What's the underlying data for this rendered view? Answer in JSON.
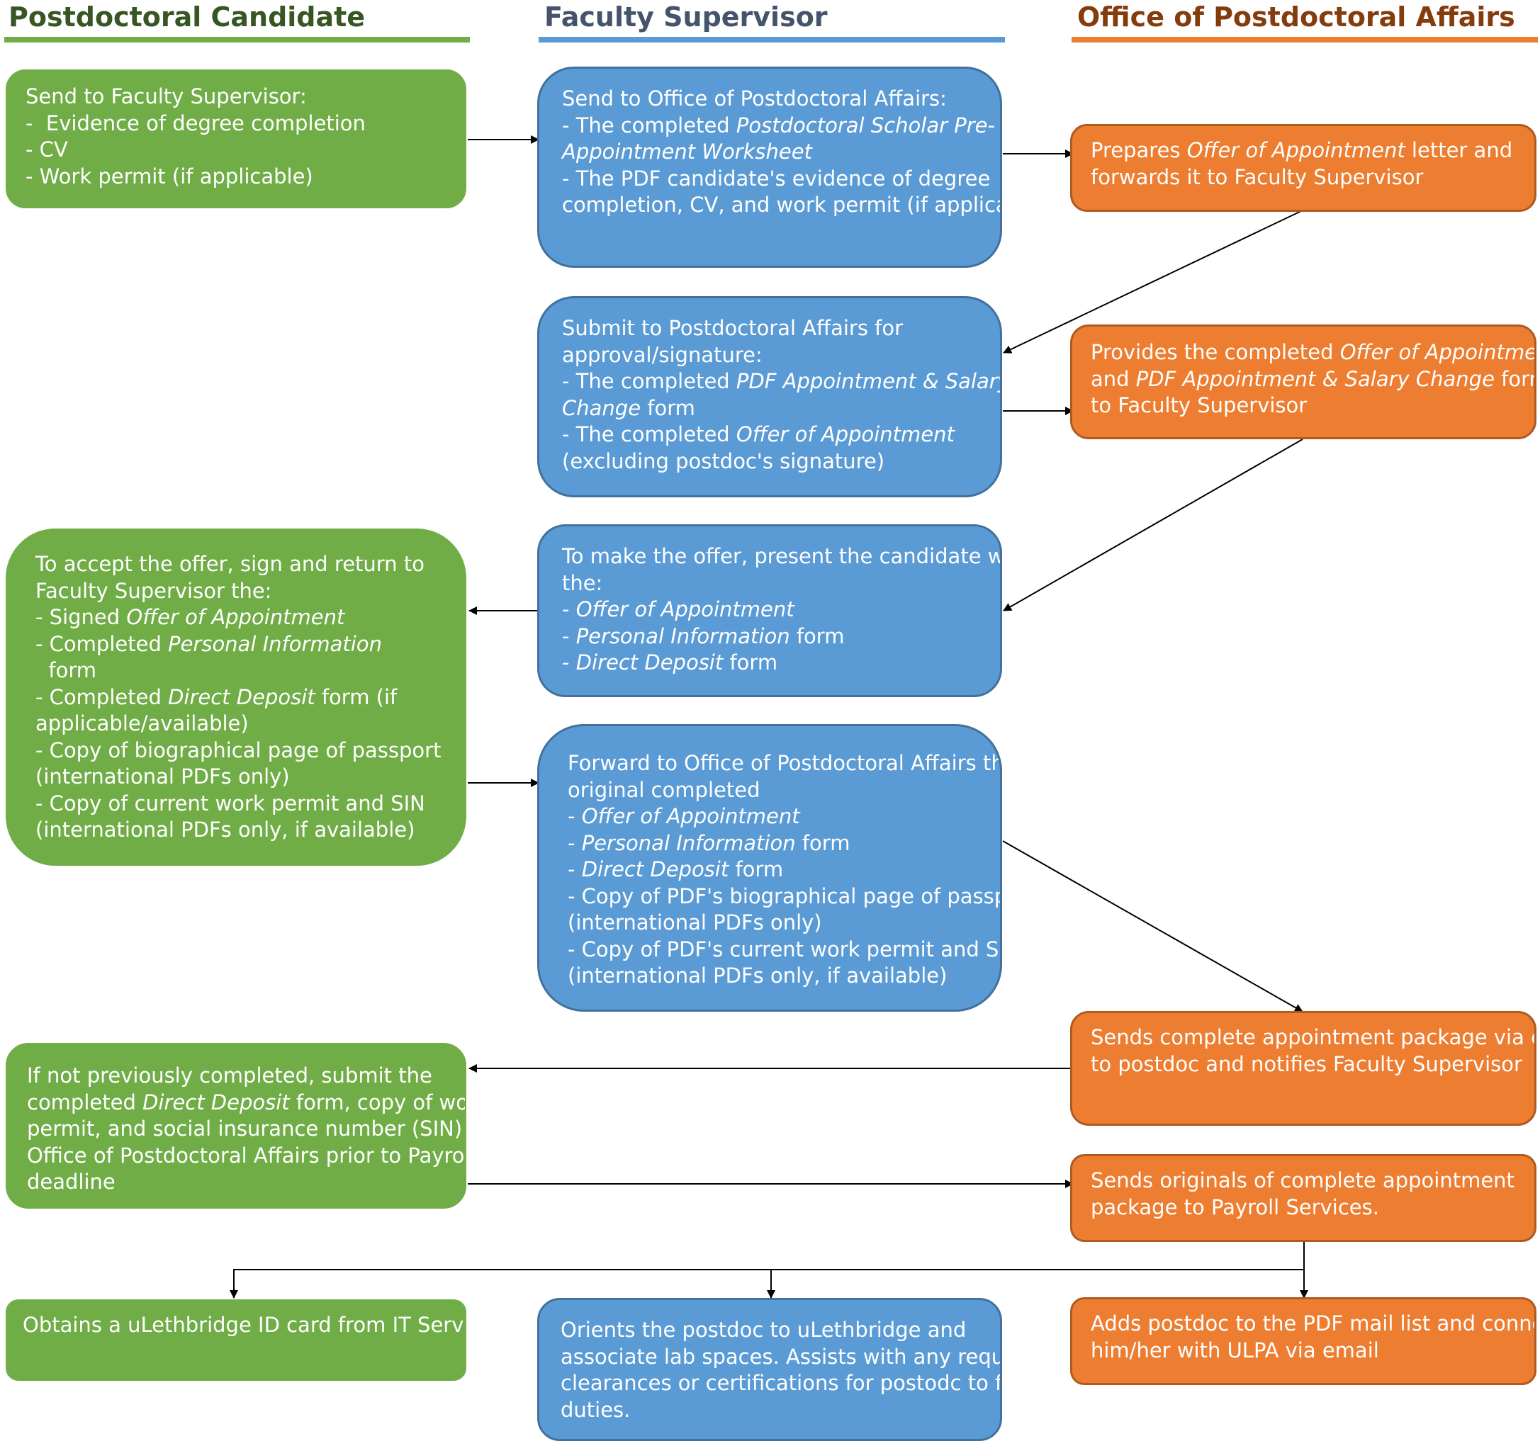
{
  "lanes": {
    "candidate": {
      "title": "Postdoctoral Candidate",
      "color": "#70ad47",
      "title_color": "#375623"
    },
    "supervisor": {
      "title": "Faculty Supervisor",
      "color": "#5b9bd5",
      "title_color": "#44546a"
    },
    "office": {
      "title": "Office of Postdoctoral Affairs",
      "color": "#ed7d31",
      "title_color": "#843c0c"
    }
  },
  "boxes": {
    "c1": [
      [
        {
          "t": "Send to Faculty Supervisor:"
        }
      ],
      [
        {
          "t": "-  Evidence of degree completion"
        }
      ],
      [
        {
          "t": "- CV"
        }
      ],
      [
        {
          "t": "- Work permit (if applicable)"
        }
      ]
    ],
    "s1": [
      [
        {
          "t": "Send to Office of Postdoctoral Affairs:"
        }
      ],
      [
        {
          "t": "- The completed "
        },
        {
          "t": "Postdoctoral Scholar Pre-",
          "i": true
        }
      ],
      [
        {
          "t": "Appointment Worksheet",
          "i": true
        }
      ],
      [
        {
          "t": "- The PDF candidate's evidence of degree"
        }
      ],
      [
        {
          "t": "completion, CV, and work permit (if applicable)"
        }
      ]
    ],
    "o1": [
      [
        {
          "t": "Prepares "
        },
        {
          "t": "Offer of Appointment",
          "i": true
        },
        {
          "t": " letter and"
        }
      ],
      [
        {
          "t": "forwards it to Faculty Supervisor"
        }
      ]
    ],
    "s2": [
      [
        {
          "t": "Submit to Postdoctoral Affairs for"
        }
      ],
      [
        {
          "t": "approval/signature:"
        }
      ],
      [
        {
          "t": "- The completed "
        },
        {
          "t": "PDF Appointment & Salary",
          "i": true
        }
      ],
      [
        {
          "t": "Change",
          "i": true
        },
        {
          "t": " form"
        }
      ],
      [
        {
          "t": "- The completed "
        },
        {
          "t": "Offer of Appointment",
          "i": true
        }
      ],
      [
        {
          "t": "(excluding postdoc's signature)"
        }
      ]
    ],
    "o2": [
      [
        {
          "t": "Provides the completed "
        },
        {
          "t": "Offer of Appointment",
          "i": true
        }
      ],
      [
        {
          "t": "and "
        },
        {
          "t": "PDF Appointment & Salary Change",
          "i": true
        },
        {
          "t": " form"
        }
      ],
      [
        {
          "t": "to Faculty Supervisor"
        }
      ]
    ],
    "s3": [
      [
        {
          "t": "To make the offer, present the candidate with"
        }
      ],
      [
        {
          "t": "the:"
        }
      ],
      [
        {
          "t": "- "
        },
        {
          "t": "Offer of Appointment",
          "i": true
        }
      ],
      [
        {
          "t": "- "
        },
        {
          "t": "Personal Information",
          "i": true
        },
        {
          "t": " form"
        }
      ],
      [
        {
          "t": "- "
        },
        {
          "t": "Direct Deposit",
          "i": true
        },
        {
          "t": " form"
        }
      ]
    ],
    "c2": [
      [
        {
          "t": "To accept the offer, sign and return to"
        }
      ],
      [
        {
          "t": "Faculty Supervisor the:"
        }
      ],
      [
        {
          "t": "- Signed "
        },
        {
          "t": "Offer of Appointment",
          "i": true
        }
      ],
      [
        {
          "t": "- Completed "
        },
        {
          "t": "Personal Information",
          "i": true
        }
      ],
      [
        {
          "t": "  form"
        }
      ],
      [
        {
          "t": "- Completed "
        },
        {
          "t": "Direct Deposit",
          "i": true
        },
        {
          "t": " form (if"
        }
      ],
      [
        {
          "t": "applicable/available)"
        }
      ],
      [
        {
          "t": "- Copy of biographical page of passport"
        }
      ],
      [
        {
          "t": "(international PDFs only)"
        }
      ],
      [
        {
          "t": "- Copy of current work permit and SIN"
        }
      ],
      [
        {
          "t": "(international PDFs only, if available)"
        }
      ]
    ],
    "s4": [
      [
        {
          "t": "Forward to Office of Postdoctoral Affairs the"
        }
      ],
      [
        {
          "t": "original completed"
        }
      ],
      [
        {
          "t": "- "
        },
        {
          "t": "Offer of Appointment",
          "i": true
        }
      ],
      [
        {
          "t": "- "
        },
        {
          "t": "Personal Information",
          "i": true
        },
        {
          "t": " form"
        }
      ],
      [
        {
          "t": "- "
        },
        {
          "t": "Direct Deposit",
          "i": true
        },
        {
          "t": " form"
        }
      ],
      [
        {
          "t": "- Copy of PDF's biographical page of passport"
        }
      ],
      [
        {
          "t": "(international PDFs only)"
        }
      ],
      [
        {
          "t": "- Copy of PDF's current work permit and SIN"
        }
      ],
      [
        {
          "t": "(international PDFs only, if available)"
        }
      ]
    ],
    "o3": [
      [
        {
          "t": "Sends complete appointment package via email"
        }
      ],
      [
        {
          "t": "to postdoc and notifies Faculty Supervisor"
        }
      ]
    ],
    "c3": [
      [
        {
          "t": "If not previously completed, submit the"
        }
      ],
      [
        {
          "t": "completed "
        },
        {
          "t": "Direct Deposit",
          "i": true
        },
        {
          "t": " form, copy of work"
        }
      ],
      [
        {
          "t": "permit, and social insurance number (SIN) to"
        }
      ],
      [
        {
          "t": "Office of Postdoctoral Affairs prior to Payroll"
        }
      ],
      [
        {
          "t": "deadline"
        }
      ]
    ],
    "o4": [
      [
        {
          "t": "Sends originals of complete appointment"
        }
      ],
      [
        {
          "t": "package to Payroll Services."
        }
      ]
    ],
    "c4": [
      [
        {
          "t": "Obtains a uLethbridge ID card from IT Services"
        }
      ]
    ],
    "s5": [
      [
        {
          "t": "Orients the postdoc to uLethbridge and"
        }
      ],
      [
        {
          "t": "associate lab spaces. Assists with any required"
        }
      ],
      [
        {
          "t": "clearances or certifications for postodc to fulfill"
        }
      ],
      [
        {
          "t": "duties."
        }
      ]
    ],
    "o5": [
      [
        {
          "t": "Adds postdoc to the PDF mail list and connects"
        }
      ],
      [
        {
          "t": "him/her with ULPA via email"
        }
      ]
    ]
  },
  "connectors": [
    {
      "from": "c1",
      "to": "s1"
    },
    {
      "from": "s1",
      "to": "o1"
    },
    {
      "from": "o1",
      "to": "s2"
    },
    {
      "from": "s2",
      "to": "o2"
    },
    {
      "from": "o2",
      "to": "s3"
    },
    {
      "from": "s3",
      "to": "c2"
    },
    {
      "from": "c2",
      "to": "s4"
    },
    {
      "from": "s4",
      "to": "o3"
    },
    {
      "from": "o3",
      "to": "c3"
    },
    {
      "from": "c3",
      "to": "o4"
    },
    {
      "from": "o4",
      "to": "c4"
    },
    {
      "from": "o4",
      "to": "s5"
    },
    {
      "from": "o4",
      "to": "o5"
    }
  ]
}
